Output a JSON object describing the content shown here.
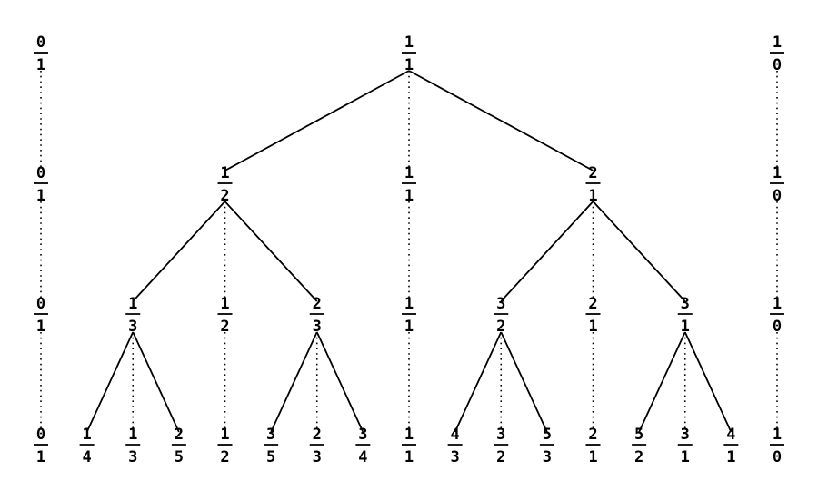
{
  "levels": [
    {
      "nodes": [
        {
          "num": "0",
          "den": "1"
        },
        {
          "num": "1",
          "den": "1"
        },
        {
          "num": "1",
          "den": "0"
        }
      ]
    },
    {
      "nodes": [
        {
          "num": "0",
          "den": "1"
        },
        {
          "num": "1",
          "den": "2"
        },
        {
          "num": "1",
          "den": "1"
        },
        {
          "num": "2",
          "den": "1"
        },
        {
          "num": "1",
          "den": "0"
        }
      ]
    },
    {
      "nodes": [
        {
          "num": "0",
          "den": "1"
        },
        {
          "num": "1",
          "den": "3"
        },
        {
          "num": "1",
          "den": "2"
        },
        {
          "num": "2",
          "den": "3"
        },
        {
          "num": "1",
          "den": "1"
        },
        {
          "num": "3",
          "den": "2"
        },
        {
          "num": "2",
          "den": "1"
        },
        {
          "num": "3",
          "den": "1"
        },
        {
          "num": "1",
          "den": "0"
        }
      ]
    },
    {
      "nodes": [
        {
          "num": "0",
          "den": "1"
        },
        {
          "num": "1",
          "den": "4"
        },
        {
          "num": "1",
          "den": "3"
        },
        {
          "num": "2",
          "den": "5"
        },
        {
          "num": "1",
          "den": "2"
        },
        {
          "num": "3",
          "den": "5"
        },
        {
          "num": "2",
          "den": "3"
        },
        {
          "num": "3",
          "den": "4"
        },
        {
          "num": "1",
          "den": "1"
        },
        {
          "num": "4",
          "den": "3"
        },
        {
          "num": "3",
          "den": "2"
        },
        {
          "num": "5",
          "den": "3"
        },
        {
          "num": "2",
          "den": "1"
        },
        {
          "num": "5",
          "den": "2"
        },
        {
          "num": "3",
          "den": "1"
        },
        {
          "num": "4",
          "den": "1"
        },
        {
          "num": "1",
          "den": "0"
        }
      ]
    }
  ]
}
